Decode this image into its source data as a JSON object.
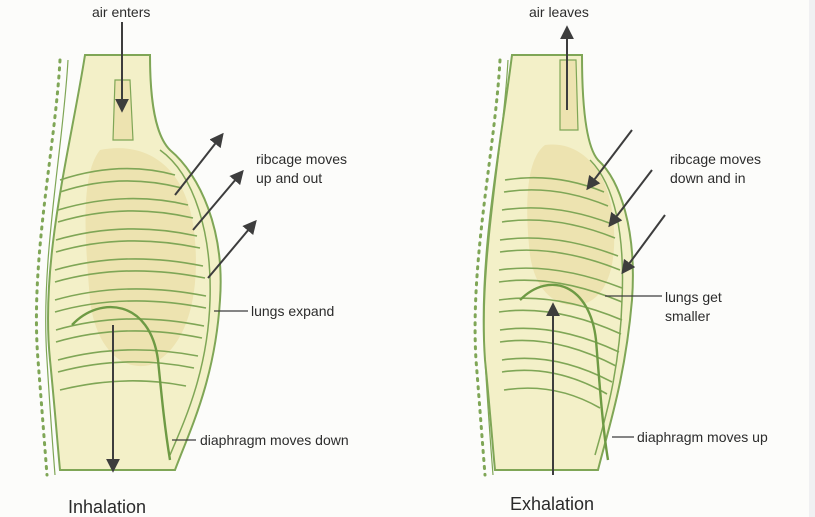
{
  "inhalation": {
    "air_label": "air enters",
    "ribcage_line1": "ribcage moves",
    "ribcage_line2": "up and out",
    "lungs_label": "lungs expand",
    "diaphragm_label": "diaphragm moves down",
    "caption": "Inhalation"
  },
  "exhalation": {
    "air_label": "air leaves",
    "ribcage_line1": "ribcage moves",
    "ribcage_line2": "down and in",
    "lungs_line1": "lungs get",
    "lungs_line2": "smaller",
    "diaphragm_label": "diaphragm moves up",
    "caption": "Exhalation"
  },
  "colors": {
    "tissue_fill": "#f3f0c8",
    "lung_fill": "#ede3b0",
    "outline": "#7fa656",
    "arrow": "#3d3d3d",
    "text": "#2c2c2c"
  }
}
